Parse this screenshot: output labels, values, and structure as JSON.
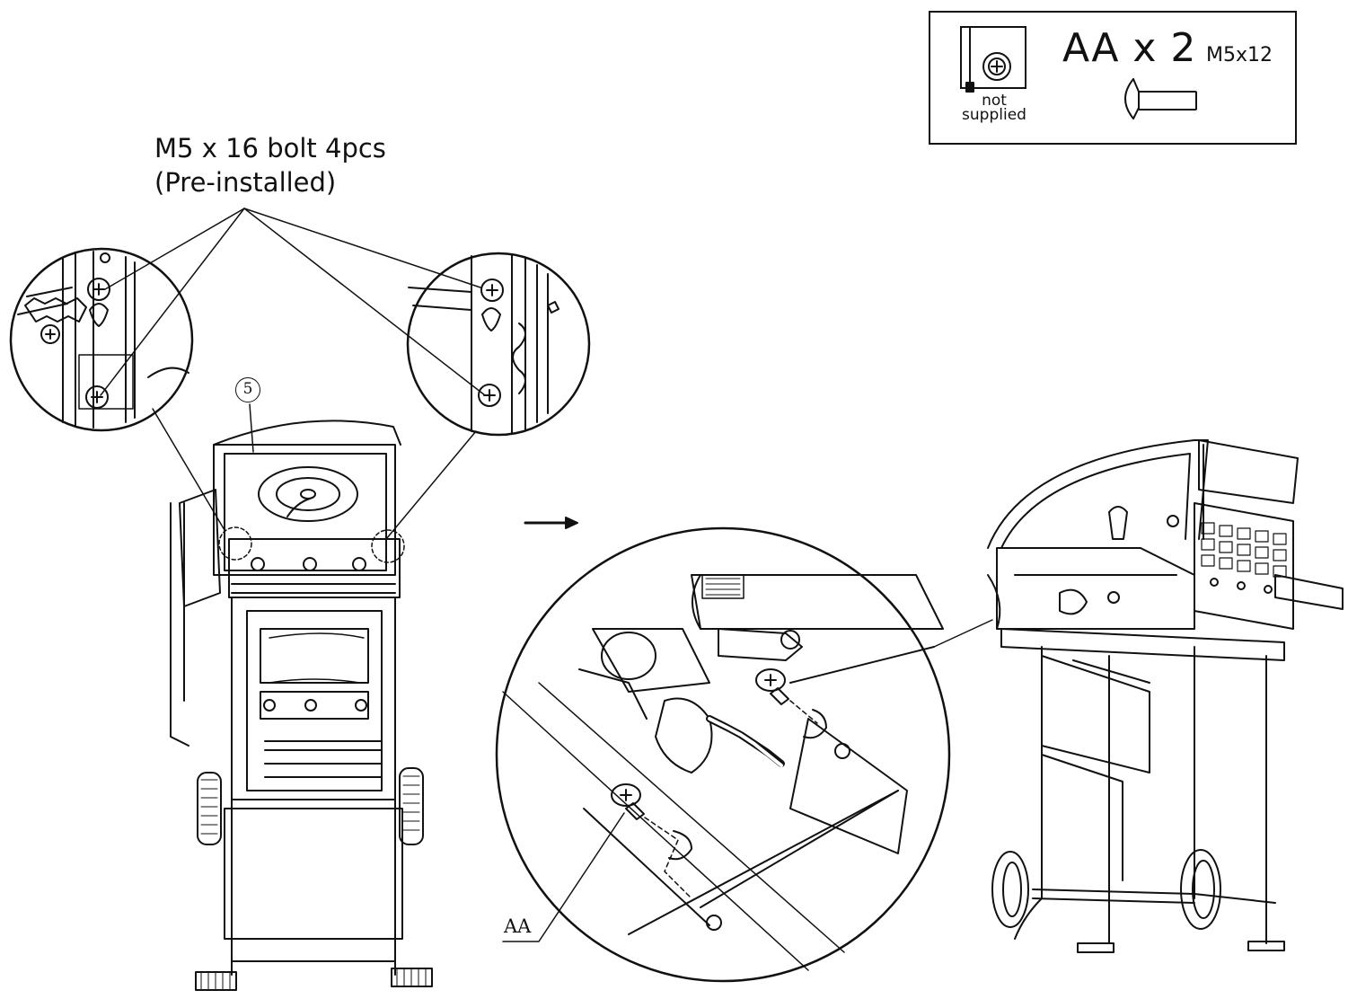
{
  "callout": {
    "line1": "M5 x 16 bolt 4pcs",
    "line2": "(Pre-installed)"
  },
  "parts_box": {
    "tool_icon": "phillips-screwdriver-icon",
    "tool_note_line1": "not",
    "tool_note_line2": "supplied",
    "quantity_label": "AA x 2",
    "size_label": "M5x12"
  },
  "part_number": "5",
  "bolt_label": "AA",
  "icons": [
    "phillips-screwdriver-icon",
    "phillips-bolt-icon",
    "arrow-right-icon"
  ]
}
